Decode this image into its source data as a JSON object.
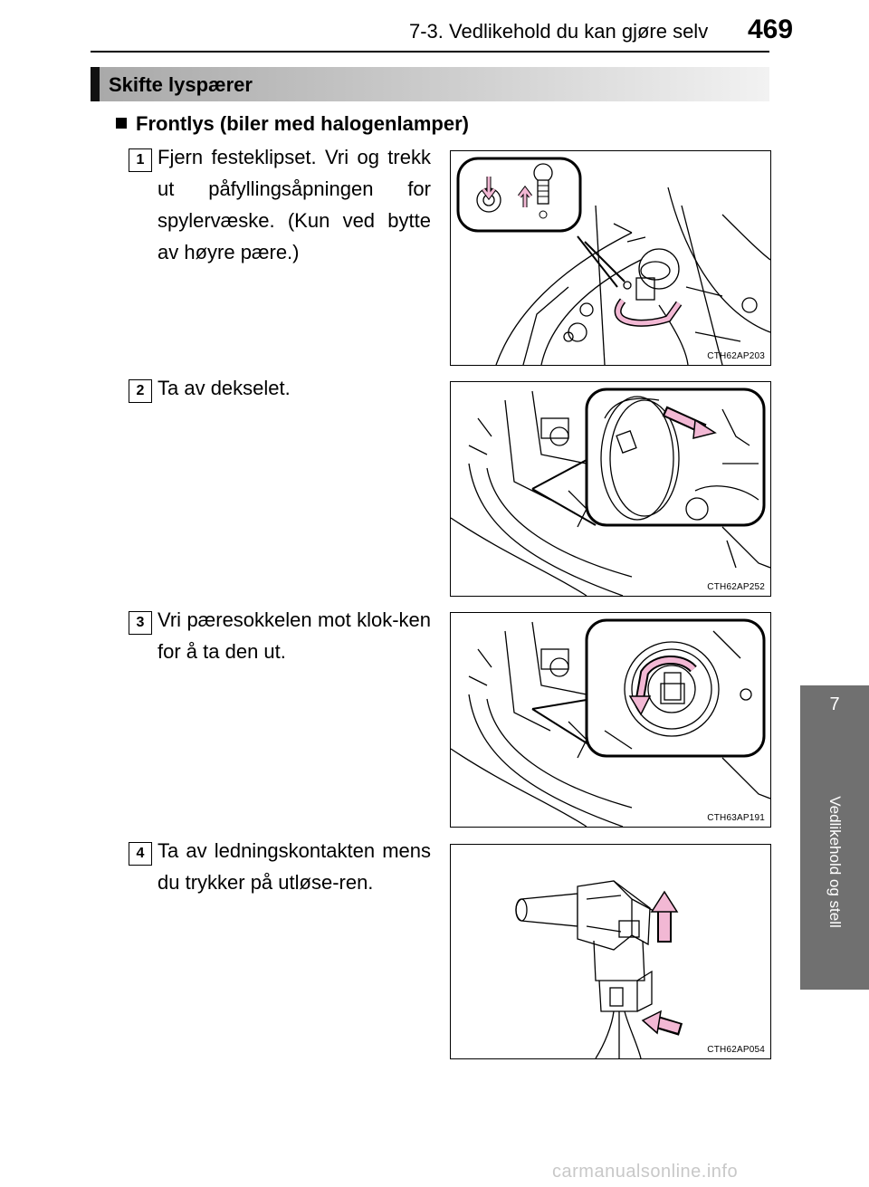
{
  "header": {
    "section": "7-3. Vedlikehold du kan gjøre selv",
    "page_number": "469"
  },
  "side_tab": {
    "chapter_number": "7",
    "chapter_title": "Vedlikehold og stell"
  },
  "section_title": "Skifte lyspærer",
  "subheading": "Frontlys (biler med halogenlamper)",
  "steps": [
    {
      "number": "1",
      "text": "Fjern festeklipset. Vri og trekk ut påfyllingsåpningen for spylervæske. (Kun ved bytte av høyre pære.)",
      "figure_code": "CTH62AP203"
    },
    {
      "number": "2",
      "text": "Ta av dekselet.",
      "figure_code": "CTH62AP252"
    },
    {
      "number": "3",
      "text": "Vri pæresokkelen mot klok-ken for å ta den ut.",
      "figure_code": "CTH63AP191"
    },
    {
      "number": "4",
      "text": "Ta av ledningskontakten mens du trykker på utløse-ren.",
      "figure_code": "CTH62AP054"
    }
  ],
  "watermark": "carmanualsonline.info",
  "colors": {
    "arrow_pink": "#f2b8d4",
    "side_tab": "#707070"
  }
}
